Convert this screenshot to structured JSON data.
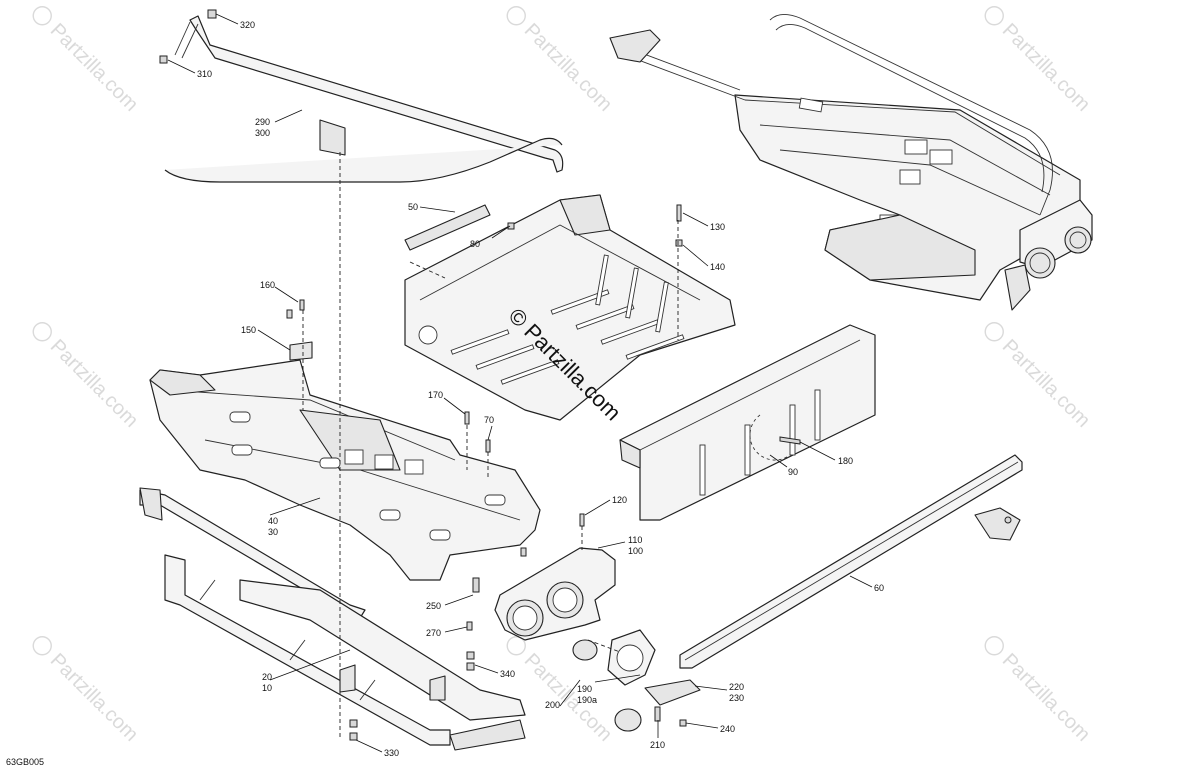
{
  "watermark": {
    "text": "Partzilla.com",
    "center_text": "Partzilla.com",
    "center_symbol": "©"
  },
  "diagram_code": "63GB005",
  "callouts": {
    "c320": "320",
    "c310": "310",
    "c290": "290",
    "c300": "300",
    "c50": "50",
    "c80": "80",
    "c130": "130",
    "c140": "140",
    "c160": "160",
    "c150": "150",
    "c170": "170",
    "c70": "70",
    "c90": "90",
    "c180": "180",
    "c40": "40",
    "c30": "30",
    "c120": "120",
    "c110": "110",
    "c100": "100",
    "c60": "60",
    "c250": "250",
    "c270": "270",
    "c340": "340",
    "c20": "20",
    "c10": "10",
    "c190": "190",
    "c190a": "190a",
    "c200": "200",
    "c220": "220",
    "c230": "230",
    "c240": "240",
    "c210": "210",
    "c330": "330"
  }
}
